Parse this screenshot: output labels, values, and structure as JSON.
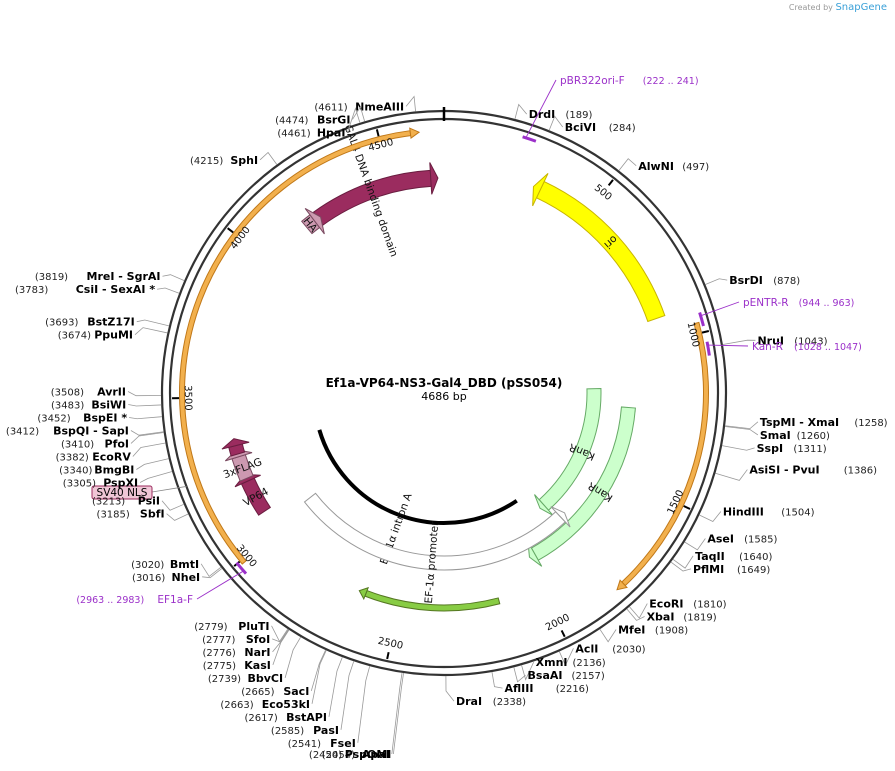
{
  "brand": {
    "created_by": "Created by",
    "product": "SnapGene"
  },
  "map": {
    "name": "Ef1a-VP64-NS3-Gal4_DBD (pSS054)",
    "length_label": "4686 bp",
    "length": 4686
  },
  "ticks": [
    {
      "pos": 500,
      "label": "500"
    },
    {
      "pos": 1000,
      "label": "1000"
    },
    {
      "pos": 1500,
      "label": "1500"
    },
    {
      "pos": 2000,
      "label": "2000"
    },
    {
      "pos": 2500,
      "label": "2500"
    },
    {
      "pos": 3000,
      "label": "3000"
    },
    {
      "pos": 3500,
      "label": "3500"
    },
    {
      "pos": 4000,
      "label": "4000"
    },
    {
      "pos": 4500,
      "label": "4500"
    }
  ],
  "sites": [
    {
      "id": "NmeAIII",
      "names": "NmeAIII",
      "pos_label": "(4611)",
      "pos": 4611,
      "side": "left"
    },
    {
      "id": "BsrGI",
      "names": "BsrGI",
      "pos_label": "(4474)",
      "pos": 4474,
      "side": "left"
    },
    {
      "id": "HpaI",
      "names": "HpaI",
      "pos_label": "(4461)",
      "pos": 4461,
      "side": "left"
    },
    {
      "id": "SphI",
      "names": "SphI",
      "pos_label": "(4215)",
      "pos": 4215,
      "side": "left"
    },
    {
      "id": "DrdI",
      "names": "DrdI",
      "pos_label": "(189)",
      "pos": 189,
      "side": "right"
    },
    {
      "id": "BciVI",
      "names": "BciVI",
      "pos_label": "(284)",
      "pos": 284,
      "side": "right"
    },
    {
      "id": "AlwNI",
      "names": "AlwNI",
      "pos_label": "(497)",
      "pos": 497,
      "side": "right"
    },
    {
      "id": "BsrDI",
      "names": "BsrDI",
      "pos_label": "(878)",
      "pos": 878,
      "side": "right"
    },
    {
      "id": "NruI",
      "names": "NruI",
      "pos_label": "(1043)",
      "pos": 1043,
      "side": "right"
    },
    {
      "id": "TspMI",
      "names": "TspMI - XmaI",
      "pos_label": "(1258)",
      "pos": 1258,
      "side": "right"
    },
    {
      "id": "SmaI",
      "names": "SmaI",
      "pos_label": "(1260)",
      "pos": 1260,
      "side": "right"
    },
    {
      "id": "SspI",
      "names": "SspI",
      "pos_label": "(1311)",
      "pos": 1311,
      "side": "right"
    },
    {
      "id": "AsiSI",
      "names": "AsiSI - PvuI",
      "pos_label": "(1386)",
      "pos": 1386,
      "side": "right"
    },
    {
      "id": "HindIII",
      "names": "HindIII",
      "pos_label": "(1504)",
      "pos": 1504,
      "side": "right"
    },
    {
      "id": "AseI",
      "names": "AseI",
      "pos_label": "(1585)",
      "pos": 1585,
      "side": "right"
    },
    {
      "id": "TaqII",
      "names": "TaqII",
      "pos_label": "(1640)",
      "pos": 1640,
      "side": "right"
    },
    {
      "id": "PflMI",
      "names": "PflMI",
      "pos_label": "(1649)",
      "pos": 1649,
      "side": "right"
    },
    {
      "id": "EcoRI",
      "names": "EcoRI",
      "pos_label": "(1810)",
      "pos": 1810,
      "side": "right"
    },
    {
      "id": "XbaI",
      "names": "XbaI",
      "pos_label": "(1819)",
      "pos": 1819,
      "side": "right"
    },
    {
      "id": "MfeI",
      "names": "MfeI",
      "pos_label": "(1908)",
      "pos": 1908,
      "side": "right"
    },
    {
      "id": "AclI",
      "names": "AclI",
      "pos_label": "(2030)",
      "pos": 2030,
      "side": "right"
    },
    {
      "id": "XmnI",
      "names": "XmnI",
      "pos_label": "(2136)",
      "pos": 2136,
      "side": "right"
    },
    {
      "id": "BsaAI",
      "names": "BsaAI",
      "pos_label": "(2157)",
      "pos": 2157,
      "side": "right"
    },
    {
      "id": "AflIII",
      "names": "AflIII",
      "pos_label": "(2216)",
      "pos": 2216,
      "side": "right"
    },
    {
      "id": "DraI",
      "names": "DraI",
      "pos_label": "(2338)",
      "pos": 2338,
      "side": "right"
    },
    {
      "id": "PspOMI",
      "names": "PspOMI",
      "pos_label": "(2450)",
      "pos": 2450,
      "side": "left"
    },
    {
      "id": "ApaI",
      "names": "ApaI",
      "pos_label": "(2454)",
      "pos": 2454,
      "side": "left"
    },
    {
      "id": "FseI",
      "names": "FseI",
      "pos_label": "(2541)",
      "pos": 2541,
      "side": "left"
    },
    {
      "id": "PasI",
      "names": "PasI",
      "pos_label": "(2585)",
      "pos": 2585,
      "side": "left"
    },
    {
      "id": "BstAPI",
      "names": "BstAPI",
      "pos_label": "(2617)",
      "pos": 2617,
      "side": "left"
    },
    {
      "id": "Eco53kI",
      "names": "Eco53kI",
      "pos_label": "(2663)",
      "pos": 2663,
      "side": "left"
    },
    {
      "id": "SacI",
      "names": "SacI",
      "pos_label": "(2665)",
      "pos": 2665,
      "side": "left"
    },
    {
      "id": "BbvCI",
      "names": "BbvCI",
      "pos_label": "(2739)",
      "pos": 2739,
      "side": "left"
    },
    {
      "id": "KasI",
      "names": "KasI",
      "pos_label": "(2775)",
      "pos": 2775,
      "side": "left"
    },
    {
      "id": "NarI",
      "names": "NarI",
      "pos_label": "(2776)",
      "pos": 2776,
      "side": "left"
    },
    {
      "id": "SfoI",
      "names": "SfoI",
      "pos_label": "(2777)",
      "pos": 2777,
      "side": "left"
    },
    {
      "id": "PluTI",
      "names": "PluTI",
      "pos_label": "(2779)",
      "pos": 2779,
      "side": "left"
    },
    {
      "id": "NheI",
      "names": "NheI",
      "pos_label": "(3016)",
      "pos": 3016,
      "side": "left"
    },
    {
      "id": "BmtI",
      "names": "BmtI",
      "pos_label": "(3020)",
      "pos": 3020,
      "side": "left"
    },
    {
      "id": "SbfI",
      "names": "SbfI",
      "pos_label": "(3185)",
      "pos": 3185,
      "side": "left"
    },
    {
      "id": "PsiI",
      "names": "PsiI",
      "pos_label": "(3213)",
      "pos": 3213,
      "side": "left"
    },
    {
      "id": "PspXI",
      "names": "PspXI",
      "pos_label": "(3305)",
      "pos": 3305,
      "side": "left"
    },
    {
      "id": "BmgBI",
      "names": "BmgBI",
      "pos_label": "(3340)",
      "pos": 3340,
      "side": "left"
    },
    {
      "id": "EcoRV",
      "names": "EcoRV",
      "pos_label": "(3382)",
      "pos": 3382,
      "side": "left"
    },
    {
      "id": "PfoI",
      "names": "PfoI",
      "pos_label": "(3410)",
      "pos": 3410,
      "side": "left"
    },
    {
      "id": "BspQI",
      "names": "BspQI - SapI",
      "pos_label": "(3412)",
      "pos": 3412,
      "side": "left"
    },
    {
      "id": "BspEI",
      "names": "BspEI *",
      "pos_label": "(3452)",
      "pos": 3452,
      "side": "left"
    },
    {
      "id": "BsiWI",
      "names": "BsiWI",
      "pos_label": "(3483)",
      "pos": 3483,
      "side": "left"
    },
    {
      "id": "AvrII",
      "names": "AvrII",
      "pos_label": "(3508)",
      "pos": 3508,
      "side": "left"
    },
    {
      "id": "PpuMI",
      "names": "PpuMI",
      "pos_label": "(3674)",
      "pos": 3674,
      "side": "left"
    },
    {
      "id": "BstZ17I",
      "names": "BstZ17I",
      "pos_label": "(3693)",
      "pos": 3693,
      "side": "left"
    },
    {
      "id": "CsiI",
      "names": "CsiI - SexAI *",
      "pos_label": "(3783)",
      "pos": 3783,
      "side": "left"
    },
    {
      "id": "MreI",
      "names": "MreI - SgrAI",
      "pos_label": "(3819)",
      "pos": 3819,
      "side": "left"
    }
  ],
  "primers": [
    {
      "id": "pBR322ori-F",
      "name": "pBR322ori-F",
      "range_label": "(222 .. 241)",
      "start": 222,
      "end": 241
    },
    {
      "id": "pENTR-R",
      "name": "pENTR-R",
      "range_label": "(944 .. 963)",
      "start": 944,
      "end": 963
    },
    {
      "id": "Kan-R",
      "name": "Kan-R",
      "range_label": "(1028 .. 1047)",
      "start": 1028,
      "end": 1047
    },
    {
      "id": "EF1a-F",
      "name": "EF1a-F",
      "range_label": "(2963 .. 2983)",
      "start": 2963,
      "end": 2983
    }
  ],
  "features": [
    {
      "id": "ori",
      "label": "ori",
      "start": 330,
      "end": 920,
      "strand": -1,
      "color": "#ffff00",
      "stroke": "#c8b400"
    },
    {
      "id": "KanR1",
      "label": "KanR",
      "start": 1150,
      "end": 1800,
      "strand": 1,
      "color": "#ccffcc",
      "stroke": "#66aa66"
    },
    {
      "id": "KanR2",
      "label": "KanR",
      "start": 1230,
      "end": 1960,
      "strand": 1,
      "color": "#ccffcc",
      "stroke": "#66aa66"
    },
    {
      "id": "EF1a-intron",
      "label": "EF-1α intron A",
      "start": 1900,
      "end": 3300,
      "strand": 0,
      "color": "#000000",
      "stroke": "#000000"
    },
    {
      "id": "EF1a-promoter",
      "label": "EF-1α promoter",
      "start": 1780,
      "end": 3020,
      "strand": -1,
      "color": "#ffffff",
      "stroke": "#999999"
    },
    {
      "id": "EF1a-promoter-green",
      "label": "",
      "start": 2150,
      "end": 2620,
      "strand": 1,
      "color": "#88cc44",
      "stroke": "#557722"
    },
    {
      "id": "VP64",
      "label": "VP64",
      "start": 3080,
      "end": 3200,
      "strand": 1,
      "color": "#9b2c5f",
      "stroke": "#6a1d40"
    },
    {
      "id": "3xFLAG",
      "label": "3xFLAG",
      "start": 3210,
      "end": 3290,
      "strand": 1,
      "color": "#cc99b0",
      "stroke": "#7a4a60"
    },
    {
      "id": "3xFLAG-small",
      "label": "",
      "start": 3300,
      "end": 3330,
      "strand": 1,
      "color": "#9b2c5f",
      "stroke": "#6a1d40"
    },
    {
      "id": "GAL4",
      "label": "GAL4 DNA binding domain",
      "start": 4220,
      "end": 4640,
      "strand": 1,
      "color": "#9b2c5f",
      "stroke": "#6a1d40"
    },
    {
      "id": "HA",
      "label": "HA",
      "start": 4170,
      "end": 4205,
      "strand": 1,
      "color": "#cc99b0",
      "stroke": "#7a4a60"
    },
    {
      "id": "orange-right",
      "label": "",
      "start": 970,
      "end": 1780,
      "strand": 1,
      "color": "#f2b04d",
      "stroke": "#c07818"
    },
    {
      "id": "orange-left",
      "label": "",
      "start": 2990,
      "end": 4590,
      "strand": 1,
      "color": "#f2b04d",
      "stroke": "#c07818"
    }
  ],
  "boxed_label": {
    "text": "SV40 NLS",
    "pos": 3255
  }
}
